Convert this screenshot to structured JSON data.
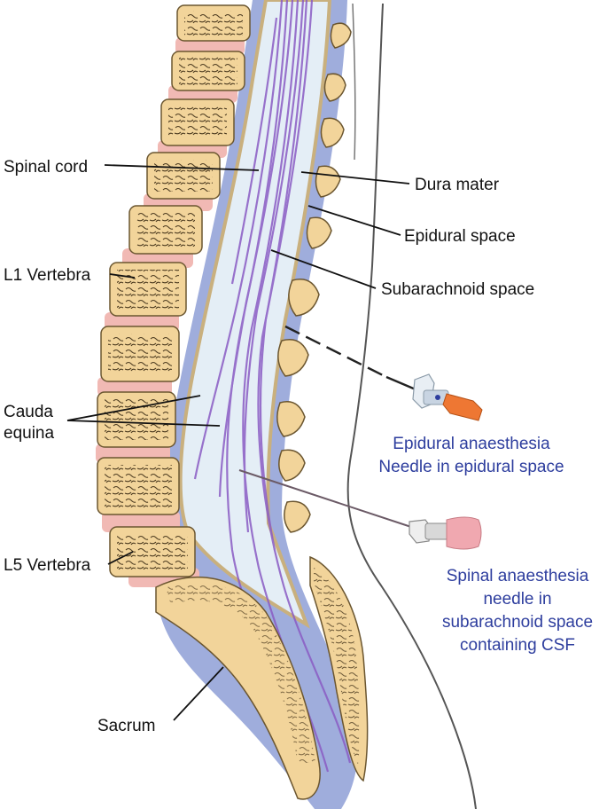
{
  "labels": {
    "spinal_cord": "Spinal cord",
    "l1_vertebra": "L1 Vertebra",
    "cauda_equina_line1": "Cauda",
    "cauda_equina_line2": "equina",
    "l5_vertebra": "L5 Vertebra",
    "sacrum": "Sacrum",
    "dura_mater": "Dura mater",
    "epidural_space": "Epidural space",
    "subarachnoid_space": "Subarachnoid space"
  },
  "captions": {
    "epidural": [
      "Epidural anaesthesia",
      "Needle in epidural space"
    ],
    "spinal": [
      "Spinal anaesthesia",
      "needle in",
      "subarachnoid space",
      "containing CSF"
    ]
  },
  "colors": {
    "bone": "#F2D49A",
    "disc": "#F1B9B4",
    "epidural_fat": "#8E9FD6",
    "csf": "#E4EEF6",
    "nerve": "#8A5CC4",
    "dura": "#C9B07E",
    "caption": "#2E3E9E",
    "epidural_hub": "#EE7733",
    "spinal_hub": "#F0A8B0"
  },
  "icons": [
    "epidural-needle-icon",
    "spinal-needle-icon"
  ]
}
